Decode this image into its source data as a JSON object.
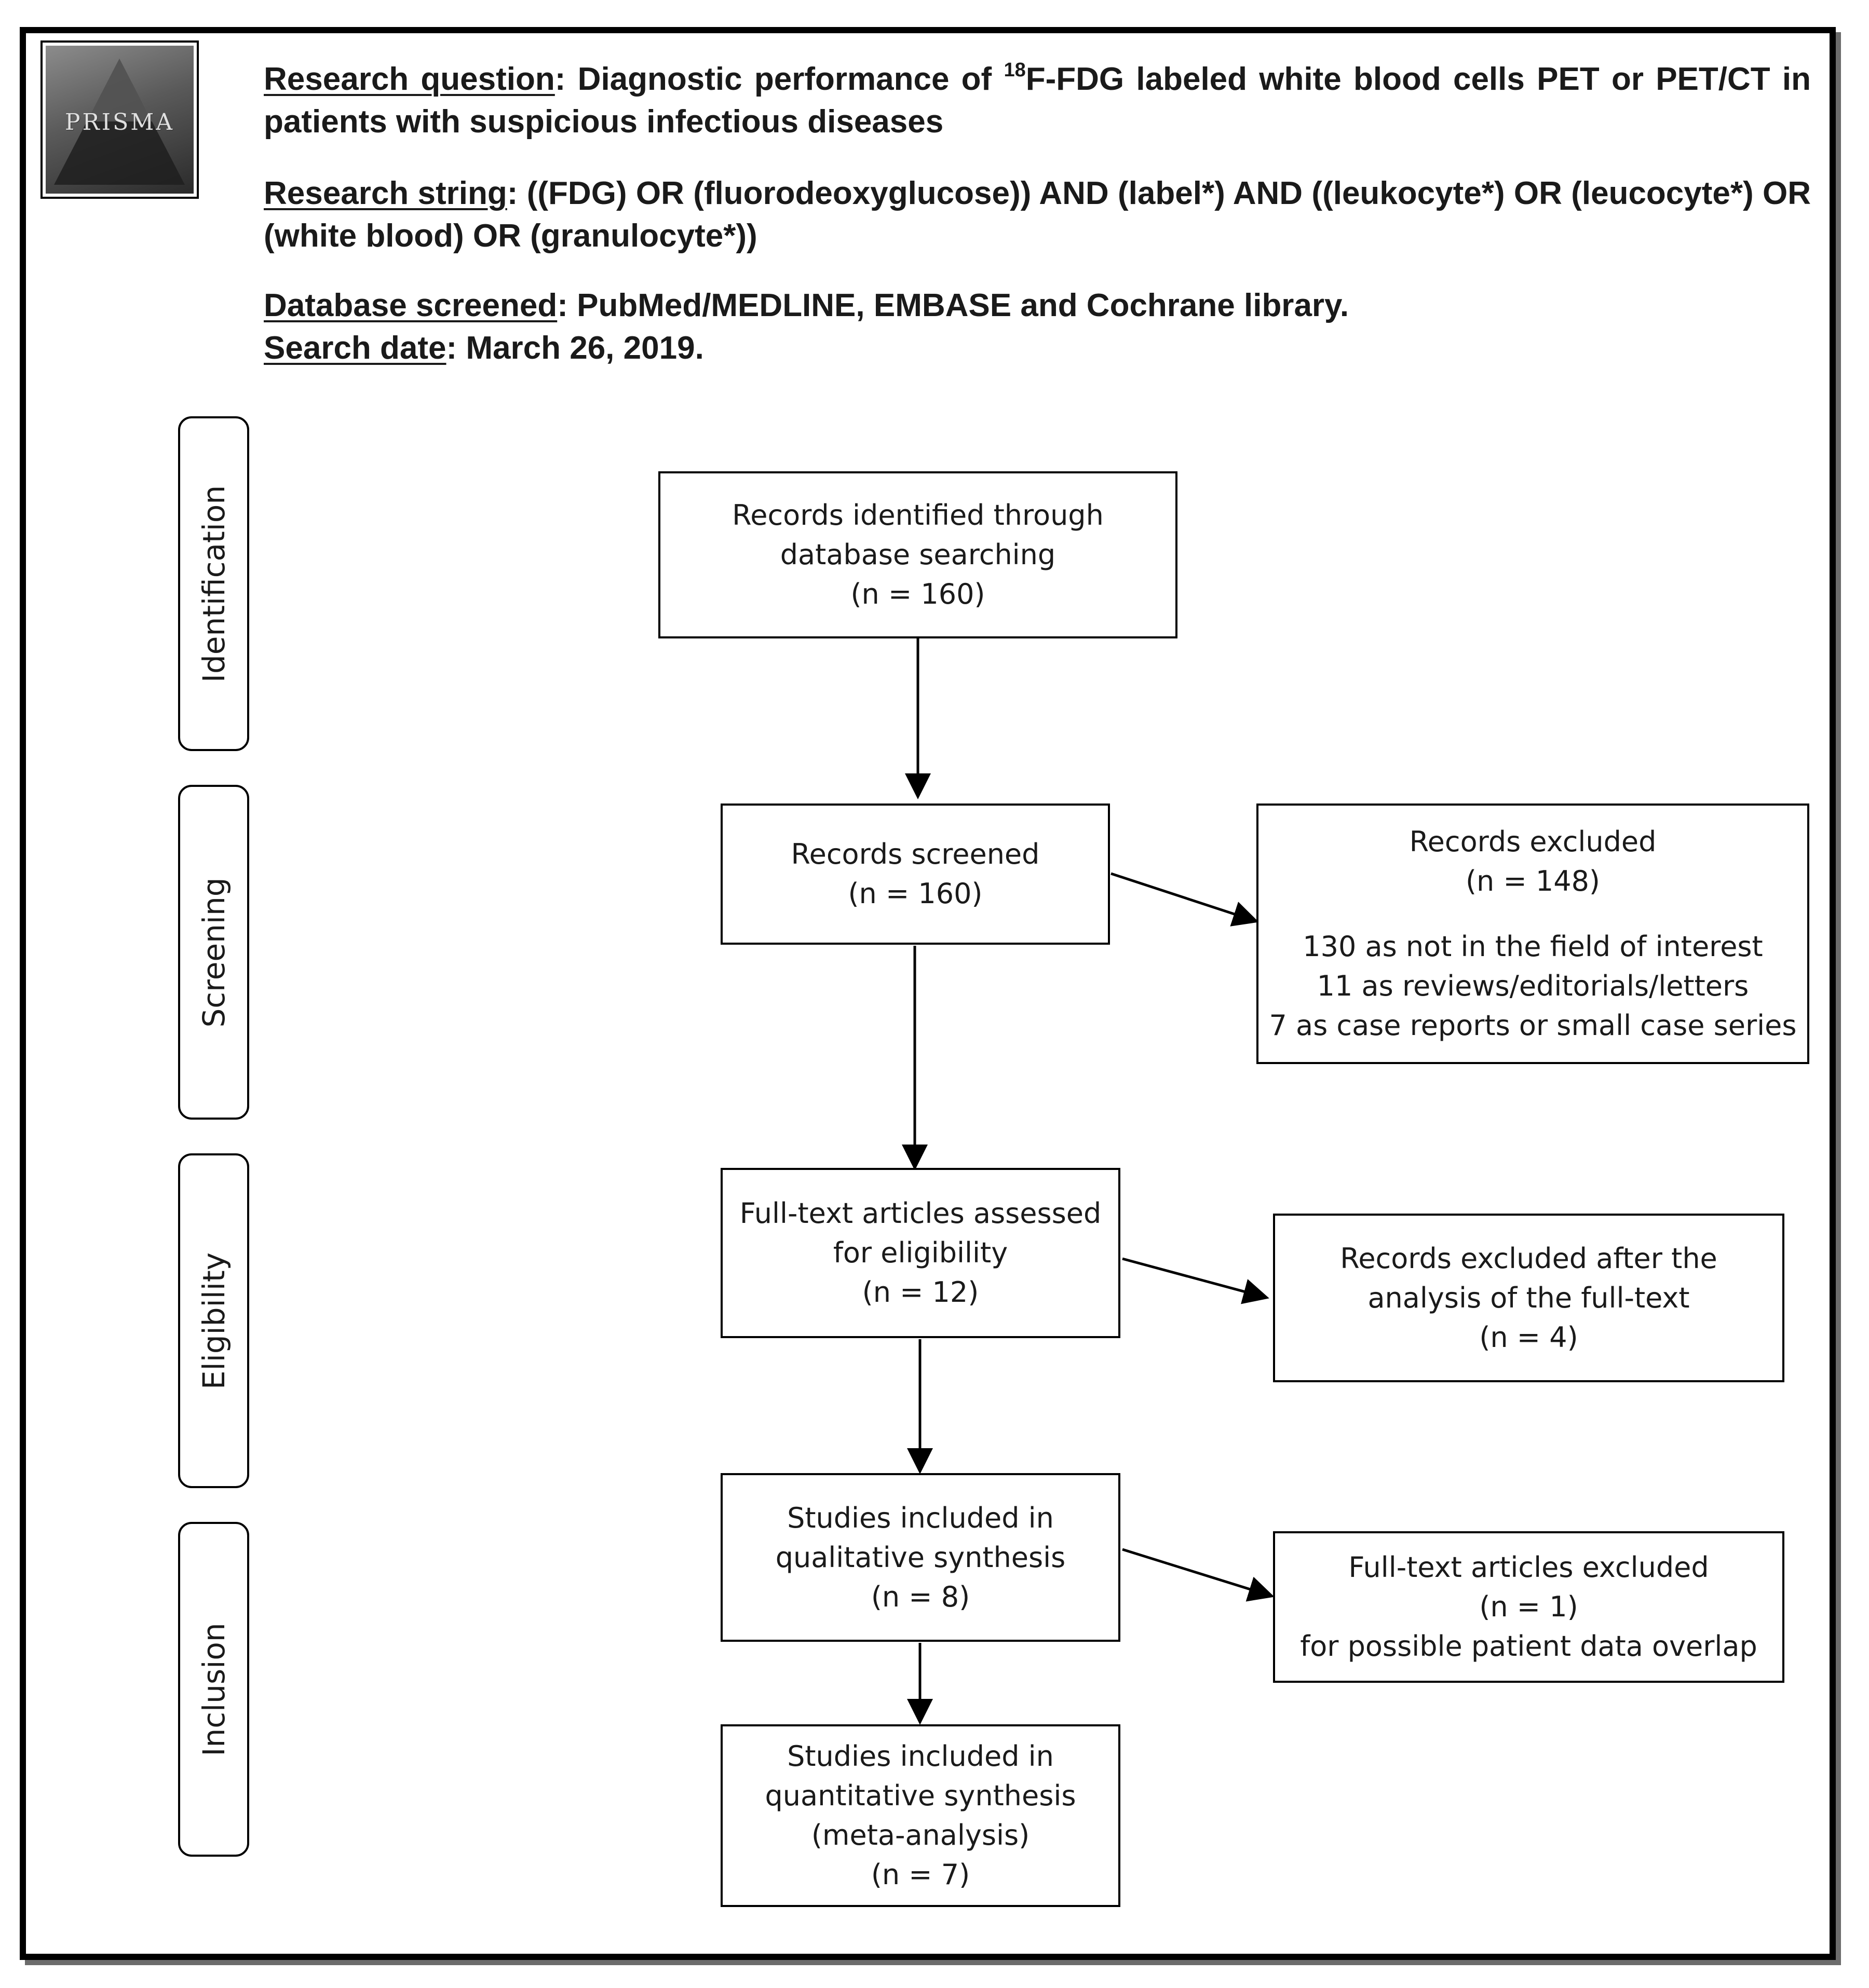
{
  "logo": {
    "text": "PRISMA"
  },
  "header": {
    "research_question": {
      "label": "Research question",
      "text_before_sup": ": Diagnostic performance of ",
      "sup": "18",
      "text_after_sup": "F-FDG labeled white blood cells PET or PET/CT in patients with suspicious infectious diseases"
    },
    "research_string": {
      "label": "Research string",
      "text": ": ((FDG) OR (fluorodeoxyglucose)) AND (label*) AND ((leukocyte*) OR (leucocyte*) OR (white blood) OR (granulocyte*))"
    },
    "database": {
      "label": "Database screened",
      "text": ": PubMed/MEDLINE, EMBASE and Cochrane library."
    },
    "search_date": {
      "label": "Search date",
      "text": ": March 26, 2019."
    }
  },
  "phases": [
    "Identification",
    "Screening",
    "Eligibility",
    "Inclusion"
  ],
  "boxes": {
    "identified": [
      "Records identified through",
      "database searching",
      "(n =  160)"
    ],
    "screened": [
      "Records screened",
      "(n = 160)"
    ],
    "excluded": {
      "head": [
        "Records excluded",
        "(n =  148)"
      ],
      "reasons": [
        "130 as not in the field of interest",
        "11 as reviews/editorials/letters",
        "7 as case reports or small case series"
      ]
    },
    "fulltext": [
      "Full-text articles assessed",
      "for eligibility",
      "(n = 12)"
    ],
    "excluded_fulltext": [
      "Records excluded after the",
      "analysis of the full-text",
      "(n = 4)"
    ],
    "qualitative": [
      "Studies included in",
      "qualitative synthesis",
      "(n = 8)"
    ],
    "excluded_overlap": [
      "Full-text articles excluded",
      "(n = 1)",
      "for possible patient data overlap"
    ],
    "quantitative": [
      "Studies included in",
      "quantitative synthesis",
      "(meta-analysis)",
      "(n = 7)"
    ]
  }
}
